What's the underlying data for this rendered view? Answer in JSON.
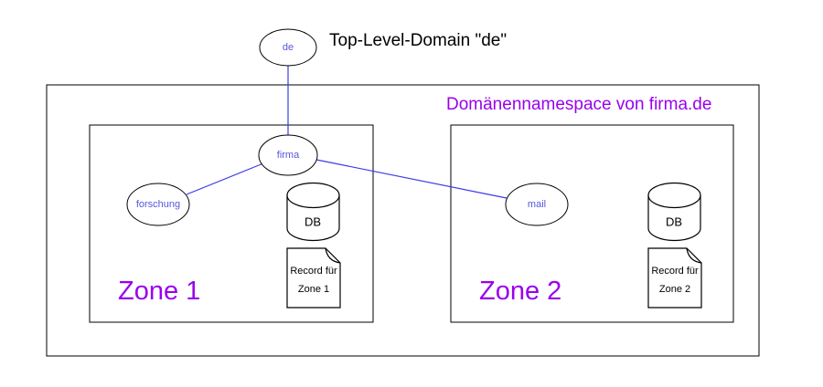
{
  "diagram": {
    "tld_label": "Top-Level-Domain \"de\"",
    "namespace_title": "Domänennamespace von firma.de",
    "nodes": {
      "root": "de",
      "firma": "firma",
      "forschung": "forschung",
      "mail": "mail"
    },
    "zone1": {
      "label": "Zone 1",
      "db": "DB",
      "record_line1": "Record für",
      "record_line2": "Zone 1"
    },
    "zone2": {
      "label": "Zone 2",
      "db": "DB",
      "record_line1": "Record für",
      "record_line2": "Zone 2"
    }
  },
  "colors": {
    "edge": "#3b3be8",
    "node_text": "#5656dd",
    "zone_label": "#9900ee",
    "shape_stroke": "#000000",
    "background": "#ffffff"
  }
}
